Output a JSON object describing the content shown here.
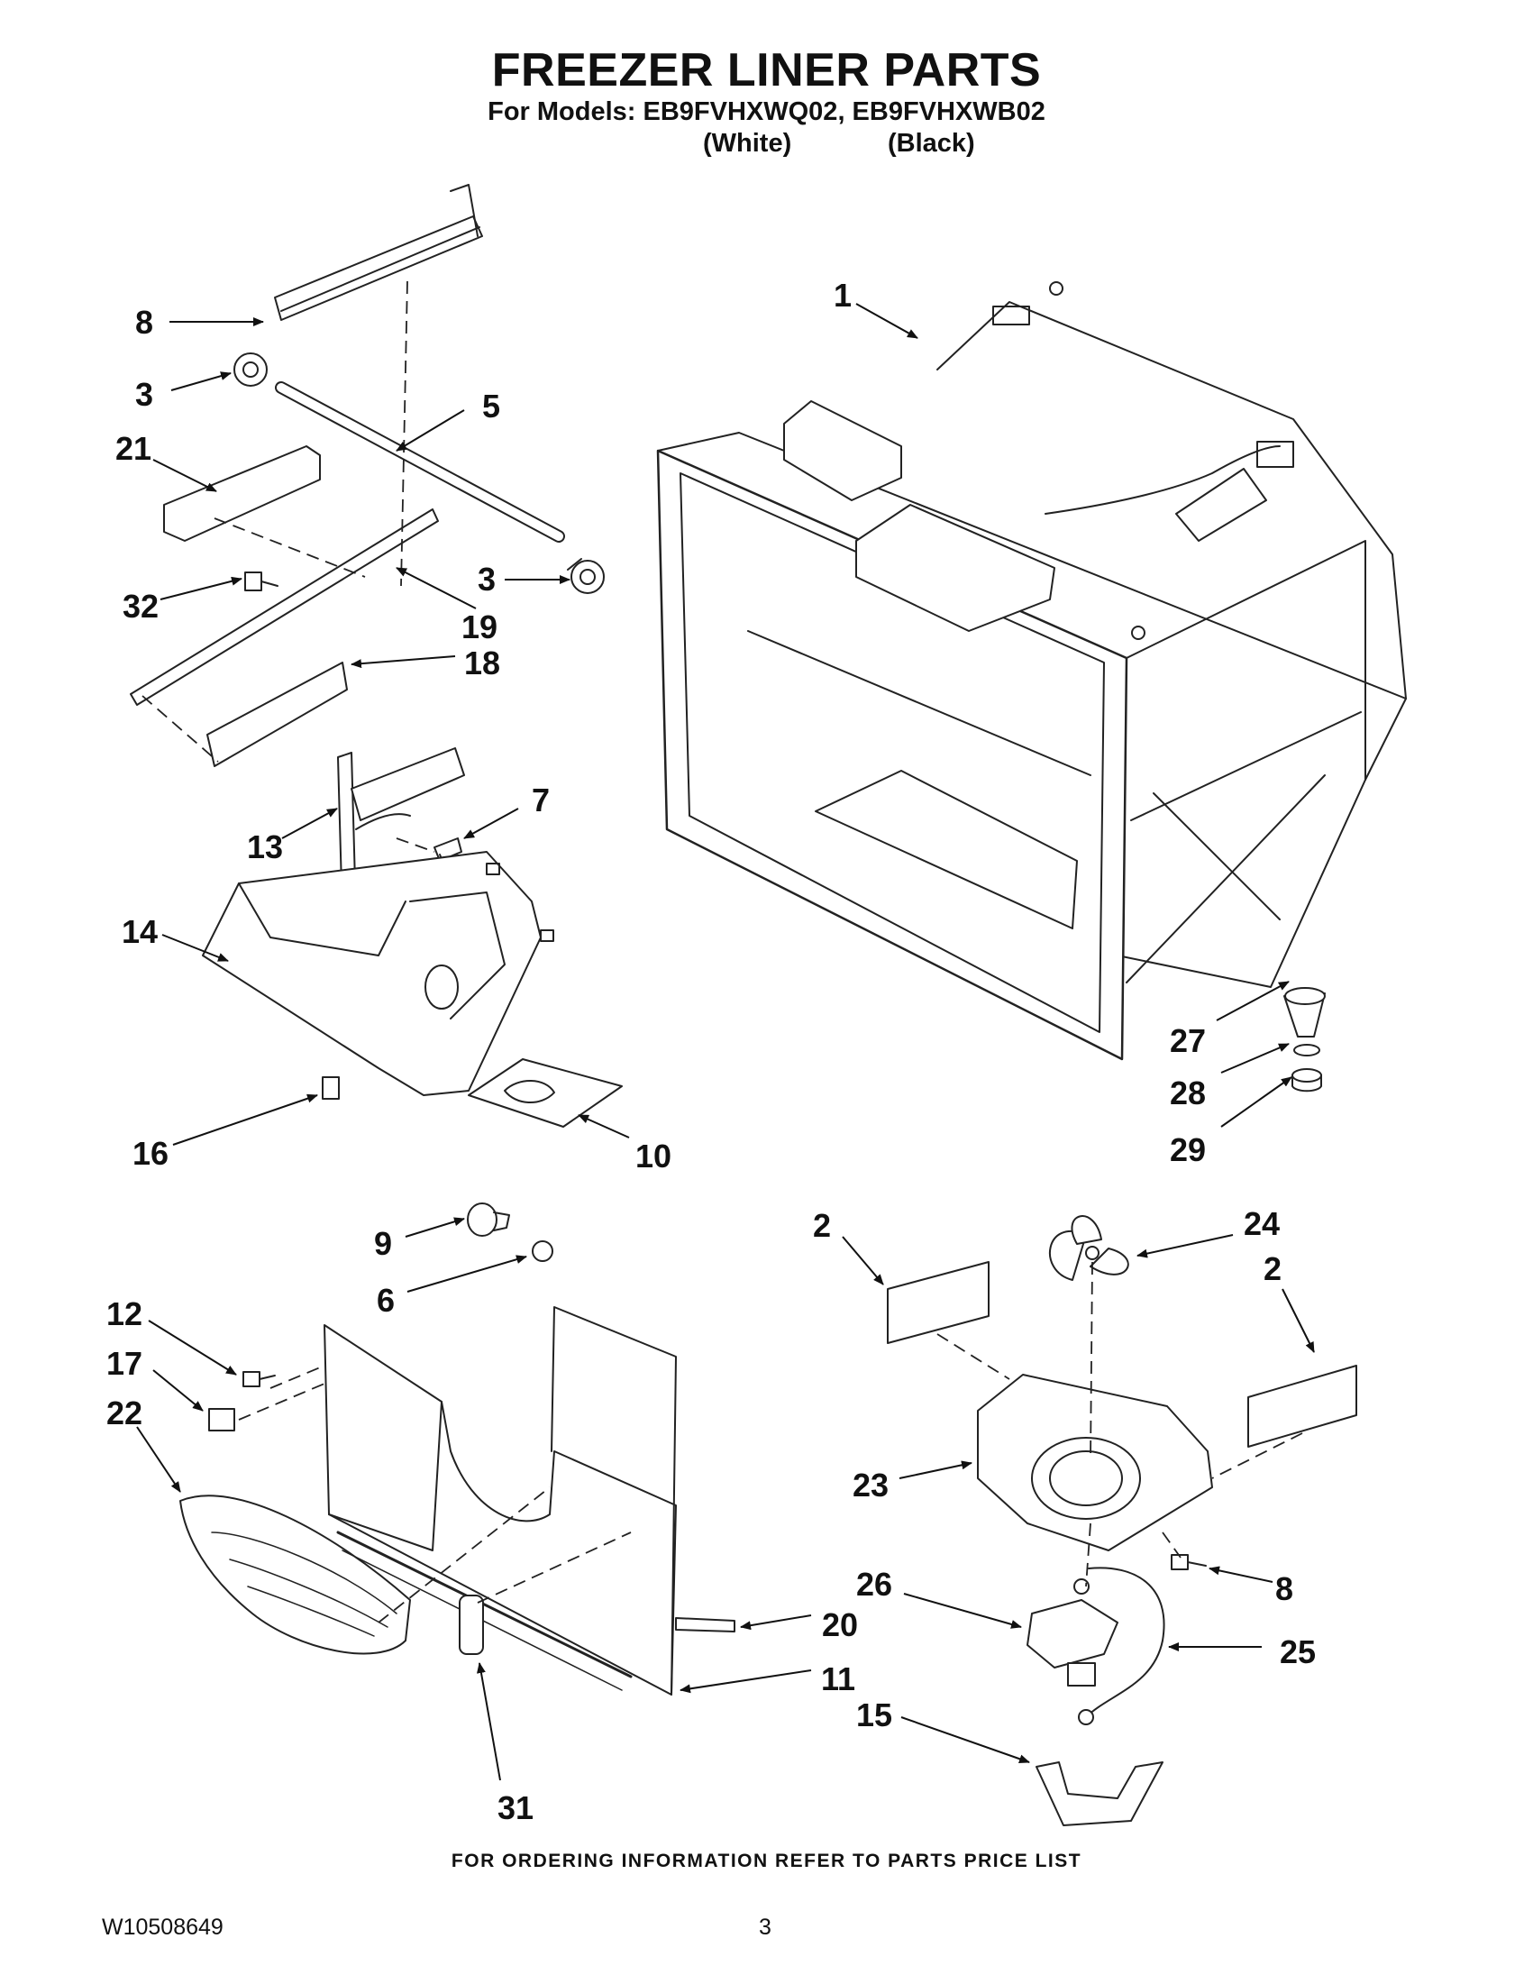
{
  "header": {
    "title": "FREEZER LINER PARTS",
    "models_line": "For Models: EB9FVHXWQ02, EB9FVHXWB02",
    "variant_white": "(White)",
    "variant_black": "(Black)"
  },
  "callouts": {
    "p1": "1",
    "p2a": "2",
    "p2b": "2",
    "p3a": "3",
    "p3b": "3",
    "p5": "5",
    "p6": "6",
    "p7": "7",
    "p8a": "8",
    "p8b": "8",
    "p9": "9",
    "p10": "10",
    "p11": "11",
    "p12": "12",
    "p13": "13",
    "p14": "14",
    "p15": "15",
    "p16": "16",
    "p17": "17",
    "p18": "18",
    "p19": "19",
    "p20": "20",
    "p21": "21",
    "p22": "22",
    "p23": "23",
    "p24": "24",
    "p25": "25",
    "p26": "26",
    "p27": "27",
    "p28": "28",
    "p29": "29",
    "p31": "31",
    "p32": "32"
  },
  "footer": {
    "ordering_note": "FOR ORDERING INFORMATION REFER TO PARTS PRICE LIST",
    "doc_number": "W10508649",
    "page_number": "3"
  }
}
